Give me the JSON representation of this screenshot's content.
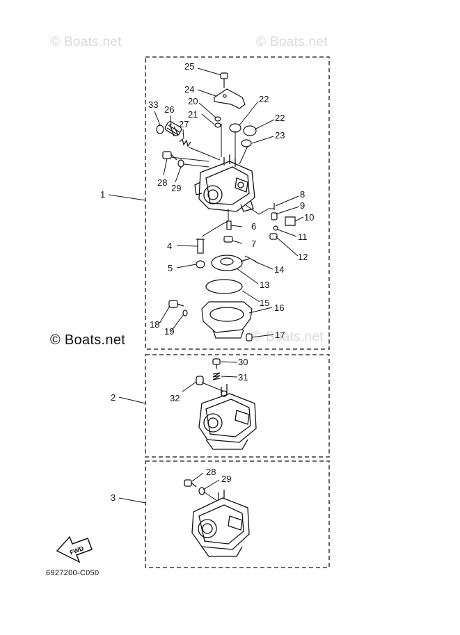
{
  "watermarks": {
    "top_left": "© Boats.net",
    "top_right": "© Boats.net",
    "mid_left": "© Boats.net",
    "mid_right": "© Boats.net"
  },
  "diagram_code": "6927200-C050",
  "fwd_label": "FWD",
  "callouts": [
    "1",
    "2",
    "3",
    "4",
    "5",
    "6",
    "7",
    "8",
    "9",
    "10",
    "11",
    "12",
    "13",
    "14",
    "15",
    "16",
    "17",
    "18",
    "19",
    "20",
    "21",
    "22",
    "22",
    "23",
    "24",
    "25",
    "26",
    "27",
    "28",
    "29",
    "30",
    "31",
    "32",
    "33",
    "28",
    "29"
  ]
}
